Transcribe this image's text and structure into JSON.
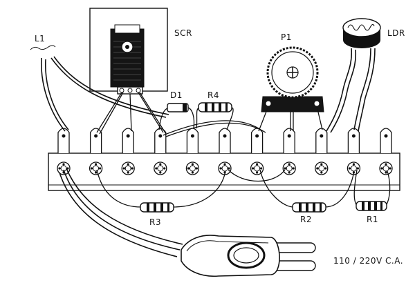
{
  "labels": {
    "l1": "L1",
    "scr": "SCR",
    "p1": "P1",
    "ldr": "LDR",
    "d1": "D1",
    "r4": "R4",
    "r3": "R3",
    "r2": "R2",
    "r1": "R1",
    "supply": "110 / 220V C.A."
  },
  "terminal_strip": {
    "terminal_count": 11
  }
}
